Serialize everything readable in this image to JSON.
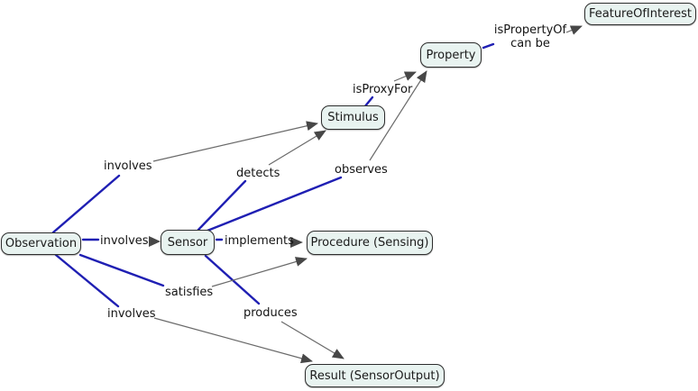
{
  "diagram": {
    "colors": {
      "node_fill": "#e8f3f0",
      "node_border": "#2d2d2d",
      "link_segment_blue": "#1f1fb3",
      "arrow_gray": "#6a6a6a",
      "arrowhead": "#474747",
      "text": "#1b1b1b"
    },
    "nodes": {
      "observation": {
        "label": "Observation"
      },
      "sensor": {
        "label": "Sensor"
      },
      "procedure": {
        "label": "Procedure (Sensing)"
      },
      "stimulus": {
        "label": "Stimulus"
      },
      "property": {
        "label": "Property"
      },
      "feature_of_interest": {
        "label": "FeatureOfInterest"
      },
      "result": {
        "label": "Result (SensorOutput)"
      }
    },
    "labels": {
      "involves_stimulus": {
        "label": "involves"
      },
      "involves_sensor": {
        "label": "involves"
      },
      "involves_result": {
        "label": "involves"
      },
      "detects": {
        "label": "detects"
      },
      "observes": {
        "label": "observes"
      },
      "is_proxy_for": {
        "label": "isProxyFor"
      },
      "is_property_of": {
        "line1": "isPropertyOf",
        "line2": "can be"
      },
      "implements": {
        "label": "implements"
      },
      "satisfies": {
        "label": "satisfies"
      },
      "produces": {
        "label": "produces"
      }
    },
    "relationships": [
      {
        "from": "Observation",
        "label": "involves",
        "to": "Stimulus"
      },
      {
        "from": "Observation",
        "label": "involves",
        "to": "Sensor"
      },
      {
        "from": "Observation",
        "label": "satisfies",
        "to": "Procedure (Sensing)"
      },
      {
        "from": "Observation",
        "label": "involves",
        "to": "Result (SensorOutput)"
      },
      {
        "from": "Sensor",
        "label": "detects",
        "to": "Stimulus"
      },
      {
        "from": "Sensor",
        "label": "observes",
        "to": "Property"
      },
      {
        "from": "Sensor",
        "label": "implements",
        "to": "Procedure (Sensing)"
      },
      {
        "from": "Sensor",
        "label": "produces",
        "to": "Result (SensorOutput)"
      },
      {
        "from": "Stimulus",
        "label": "isProxyFor",
        "to": "Property"
      },
      {
        "from": "Property",
        "label": "isPropertyOf can be",
        "to": "FeatureOfInterest"
      }
    ]
  }
}
